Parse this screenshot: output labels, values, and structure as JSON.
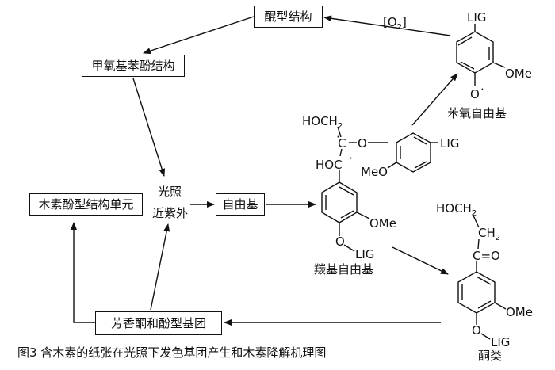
{
  "boxes": {
    "quinone": "醌型结构",
    "methoxyphenol": "甲氧基苯酚结构",
    "lignin_unit": "木素酚型结构单元",
    "free_radical": "自由基",
    "aromatic_ketones": "芳香酮和酚型基团"
  },
  "labels": {
    "light": "光照",
    "near_uv": "近紫外",
    "oxygen": "[O",
    "oxygen_sub": "2",
    "oxygen_close": "]",
    "phenoxy_radical": "苯氧自由基",
    "carbonyl_radical": "羰基自由基",
    "ketones": "酮类"
  },
  "chem": {
    "lig": "LIG",
    "ome": "OMe",
    "meo": "MeO",
    "o": "O",
    "c": "C",
    "dot": "·",
    "hoch": "HOCH",
    "hoc": "HOC",
    "ch": "CH",
    "sub2": "2",
    "eq_o": "=O"
  },
  "caption": "图3 含木素的纸张在光照下发色基团产生和木素降解机理图"
}
